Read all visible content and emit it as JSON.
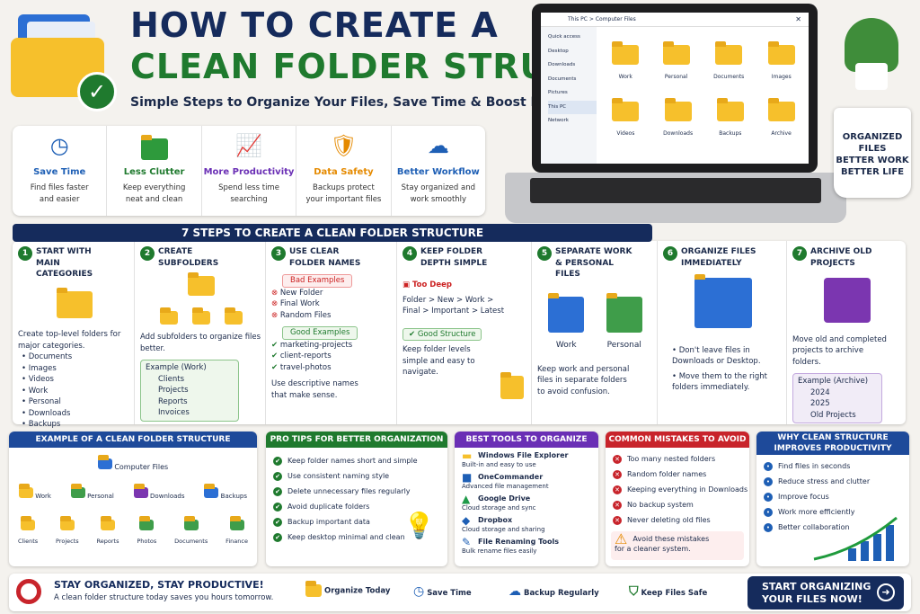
{
  "header": {
    "title_line1": "HOW TO CREATE A",
    "title_line2": "CLEAN FOLDER STRUCTURE",
    "subtitle": "Simple Steps to Organize Your Files, Save Time & Boost Productivity"
  },
  "benefits": [
    {
      "icon": "clock-icon",
      "title": "Save Time",
      "desc1": "Find files faster",
      "desc2": "and easier",
      "color": "#1e5fb5"
    },
    {
      "icon": "folder-icon",
      "title": "Less Clutter",
      "desc1": "Keep everything",
      "desc2": "neat and clean",
      "color": "#1f7a2e"
    },
    {
      "icon": "chart-icon",
      "title": "More Productivity",
      "desc1": "Spend less time",
      "desc2": "searching",
      "color": "#6a2fb5"
    },
    {
      "icon": "shield-icon",
      "title": "Data Safety",
      "desc1": "Backups protect",
      "desc2": "your important files",
      "color": "#e58a00"
    },
    {
      "icon": "cloud-icon",
      "title": "Better Workflow",
      "desc1": "Stay organized and",
      "desc2": "work smoothly",
      "color": "#1e5fb5"
    }
  ],
  "explorer": {
    "path1": "This PC",
    "path2": "Computer Files",
    "sidebar": [
      "Quick access",
      "Desktop",
      "Downloads",
      "Documents",
      "Pictures",
      "This PC",
      "Network"
    ],
    "folders": [
      "Work",
      "Personal",
      "Documents",
      "Images",
      "Videos",
      "Downloads",
      "Backups",
      "Archive"
    ]
  },
  "mug": {
    "line1": "ORGANIZED",
    "line2": "FILES",
    "line3": "BETTER WORK",
    "line4": "BETTER LIFE"
  },
  "steps_title": "7 STEPS TO CREATE A CLEAN FOLDER STRUCTURE",
  "steps": {
    "s1": {
      "num": "1",
      "title": "START WITH MAIN CATEGORIES",
      "desc": "Create top-level folders for major categories.",
      "items": [
        "Documents",
        "Images",
        "Videos",
        "Work",
        "Personal",
        "Downloads",
        "Backups"
      ]
    },
    "s2": {
      "num": "2",
      "title": "CREATE SUBFOLDERS",
      "desc": "Add subfolders to organize files better.",
      "example": "Example (Work)",
      "items": [
        "Clients",
        "Projects",
        "Reports",
        "Invoices"
      ]
    },
    "s3": {
      "num": "3",
      "title": "USE CLEAR FOLDER NAMES",
      "bad_label": "Bad Examples",
      "bad": [
        "New Folder",
        "Final Work",
        "Random Files"
      ],
      "good_label": "Good Examples",
      "good": [
        "marketing-projects",
        "client-reports",
        "travel-photos"
      ],
      "desc": "Use descriptive names that make sense."
    },
    "s4": {
      "num": "4",
      "title": "KEEP FOLDER DEPTH SIMPLE",
      "deep_label": "Too Deep",
      "deep": "Folder > New > Work > Final > Important > Latest",
      "good_label": "Good Structure",
      "desc": "Keep folder levels simple and easy to navigate."
    },
    "s5": {
      "num": "5",
      "title": "SEPARATE WORK & PERSONAL FILES",
      "work": "Work",
      "personal": "Personal",
      "desc": "Keep work and personal files in separate folders to avoid confusion."
    },
    "s6": {
      "num": "6",
      "title": "ORGANIZE FILES IMMEDIATELY",
      "b1": "Don't leave files in Downloads or Desktop.",
      "b2": "Move them to the right folders immediately."
    },
    "s7": {
      "num": "7",
      "title": "ARCHIVE OLD PROJECTS",
      "desc": "Move old and completed projects to archive folders.",
      "example": "Example (Archive)",
      "items": [
        "2024",
        "2025",
        "Old Projects"
      ]
    }
  },
  "example_panel": {
    "title": "EXAMPLE OF A CLEAN FOLDER STRUCTURE",
    "root": "Computer Files",
    "l1": [
      "Work",
      "Personal",
      "Downloads",
      "Backups"
    ],
    "l2": [
      "Clients",
      "Projects",
      "Reports",
      "Photos",
      "Documents",
      "Finance"
    ]
  },
  "tips_panel": {
    "title": "PRO TIPS FOR BETTER ORGANIZATION",
    "items": [
      "Keep folder names short and simple",
      "Use consistent naming style",
      "Delete unnecessary files regularly",
      "Avoid duplicate folders",
      "Backup important data",
      "Keep desktop minimal and clean"
    ]
  },
  "tools_panel": {
    "title": "BEST TOOLS TO ORGANIZE FILES",
    "items": [
      {
        "name": "Windows File Explorer",
        "desc": "Built-in and easy to use"
      },
      {
        "name": "OneCommander",
        "desc": "Advanced file management"
      },
      {
        "name": "Google Drive",
        "desc": "Cloud storage and sync"
      },
      {
        "name": "Dropbox",
        "desc": "Cloud storage and sharing"
      },
      {
        "name": "File Renaming Tools",
        "desc": "Bulk rename files easily"
      }
    ]
  },
  "mistakes_panel": {
    "title": "COMMON MISTAKES TO AVOID",
    "items": [
      "Too many nested folders",
      "Random folder names",
      "Keeping everything in Downloads",
      "No backup system",
      "Never deleting old files"
    ],
    "warn1": "Avoid these mistakes",
    "warn2": "for a cleaner system."
  },
  "why_panel": {
    "title1": "WHY CLEAN STRUCTURE",
    "title2": "IMPROVES PRODUCTIVITY",
    "items": [
      "Find files in seconds",
      "Reduce stress and clutter",
      "Improve focus",
      "Work more efficiently",
      "Better collaboration"
    ]
  },
  "footer": {
    "title": "STAY ORGANIZED, STAY PRODUCTIVE!",
    "desc": "A clean folder structure today saves you hours tomorrow.",
    "items": [
      "Organize Today",
      "Save Time",
      "Backup Regularly",
      "Keep Files Safe"
    ],
    "cta1": "START ORGANIZING",
    "cta2": "YOUR FILES NOW!"
  }
}
